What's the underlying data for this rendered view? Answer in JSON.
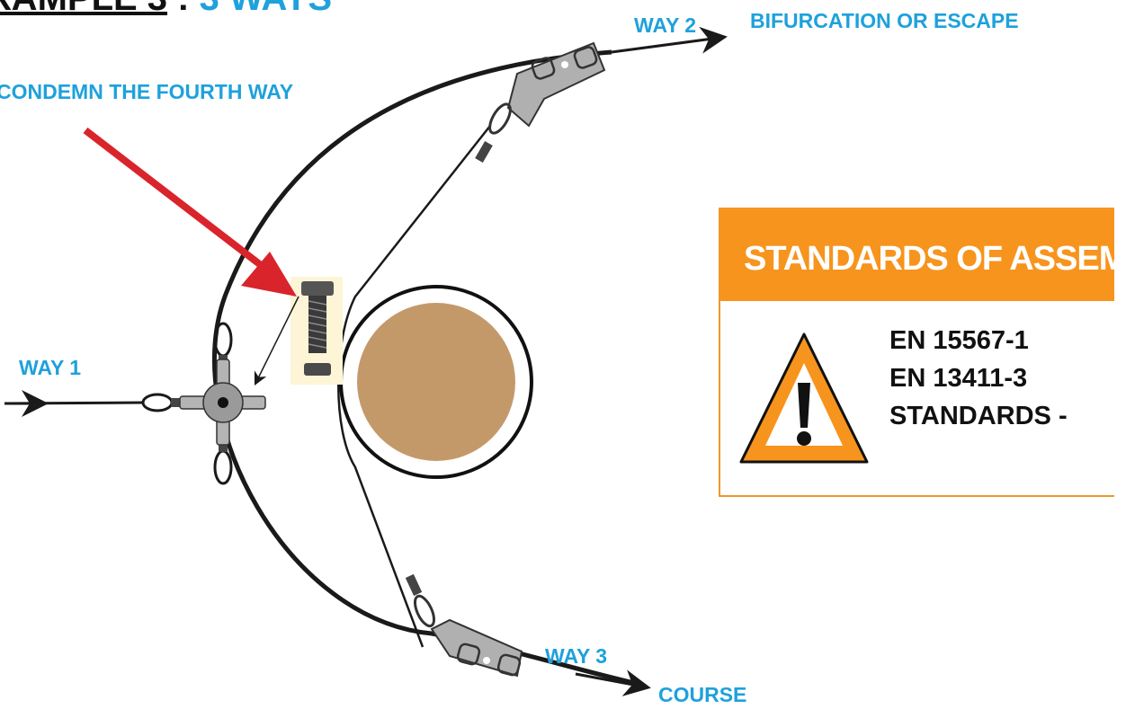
{
  "title": {
    "main": "XAMPLE 3",
    "separator": " : ",
    "accent": "3 WAYS"
  },
  "labels": {
    "condemn": "CONDEMN THE FOURTH WAY",
    "way1": "WAY 1",
    "way2": "WAY 2",
    "bifurcation": "BIFURCATION OR  ESCAPE",
    "way3": "WAY 3",
    "course": "COURSE"
  },
  "standards": {
    "title": "STANDARDS OF ASSEM",
    "lines": [
      "EN 15567-1",
      "EN 13411-3",
      "STANDARDS -"
    ]
  },
  "colors": {
    "accent_blue": "#1ea1dc",
    "header_orange": "#f7941d",
    "arrow_red": "#d9242b",
    "tree_brown": "#c4996a",
    "cable": "#1a1a1a",
    "hardware_gray": "#a6a6a6"
  },
  "icons": [
    "warning-icon",
    "bolt-icon",
    "red-arrow-icon",
    "connector-ring-icon",
    "plate-icon",
    "shackle-icon"
  ]
}
